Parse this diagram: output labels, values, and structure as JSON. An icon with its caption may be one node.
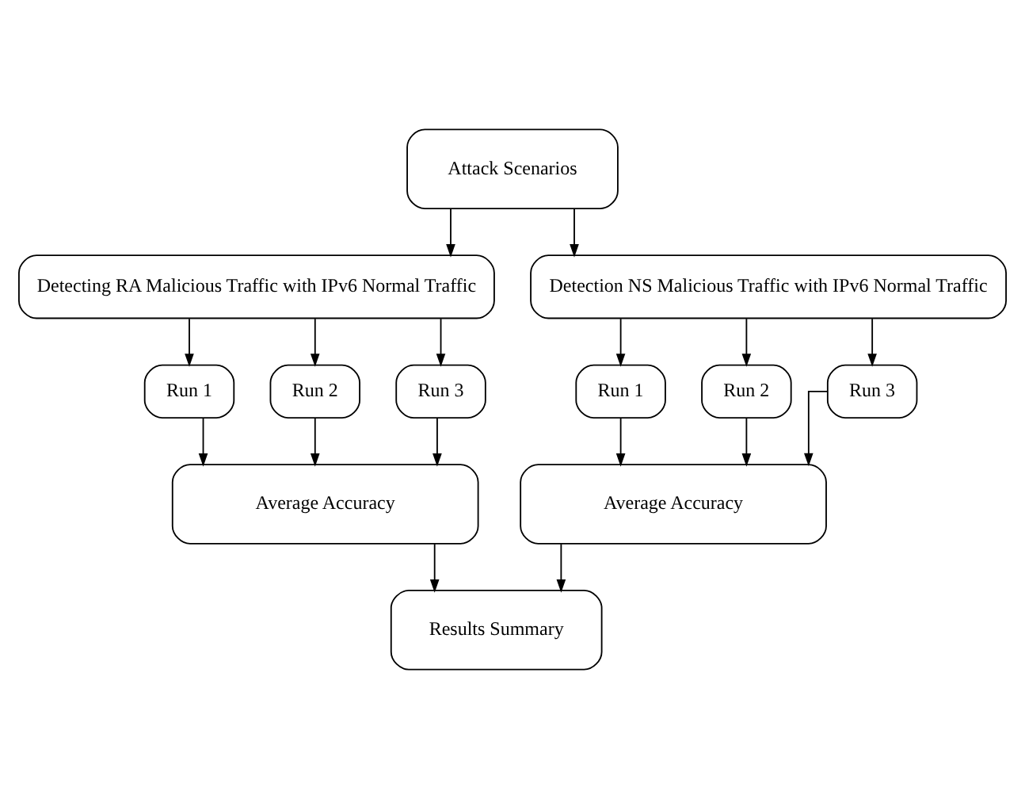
{
  "diagram": {
    "nodes": [
      {
        "text": [
          "Attack Scenarios"
        ]
      },
      {
        "text": [
          "Detecting RA Malicious Traffic with IPv6 Normal Traffic"
        ]
      },
      {
        "text": [
          "Detection NS Malicious Traffic with IPv6 Normal Traffic"
        ]
      },
      {
        "text": [
          "Run 1"
        ]
      },
      {
        "text": [
          "Run 2"
        ]
      },
      {
        "text": [
          "Run 3"
        ]
      },
      {
        "text": [
          "Run 1"
        ]
      },
      {
        "text": [
          "Run 2"
        ]
      },
      {
        "text": [
          "Run 3"
        ]
      },
      {
        "text": [
          "Average Accuracy"
        ]
      },
      {
        "text": [
          "Average Accuracy"
        ]
      },
      {
        "text": [
          "Results Summary"
        ]
      }
    ],
    "edges": [
      {
        "from": 0,
        "to": 1,
        "arrow": "to"
      },
      {
        "from": 0,
        "to": 2,
        "arrow": "to"
      },
      {
        "from": 1,
        "to": 3,
        "arrow": "to"
      },
      {
        "from": 1,
        "to": 4,
        "arrow": "to"
      },
      {
        "from": 1,
        "to": 5,
        "arrow": "to"
      },
      {
        "from": 2,
        "to": 6,
        "arrow": "to"
      },
      {
        "from": 2,
        "to": 7,
        "arrow": "to"
      },
      {
        "from": 2,
        "to": 8,
        "arrow": "to"
      },
      {
        "from": 3,
        "to": 9,
        "arrow": "to"
      },
      {
        "from": 4,
        "to": 9,
        "arrow": "to"
      },
      {
        "from": 5,
        "to": 9,
        "arrow": "to"
      },
      {
        "from": 6,
        "to": 10,
        "arrow": "to"
      },
      {
        "from": 7,
        "to": 10,
        "arrow": "to"
      },
      {
        "from": 8,
        "to": 10,
        "arrow": "to"
      },
      {
        "from": 9,
        "to": 11,
        "arrow": "to"
      },
      {
        "from": 10,
        "to": 11,
        "arrow": "to"
      }
    ]
  }
}
